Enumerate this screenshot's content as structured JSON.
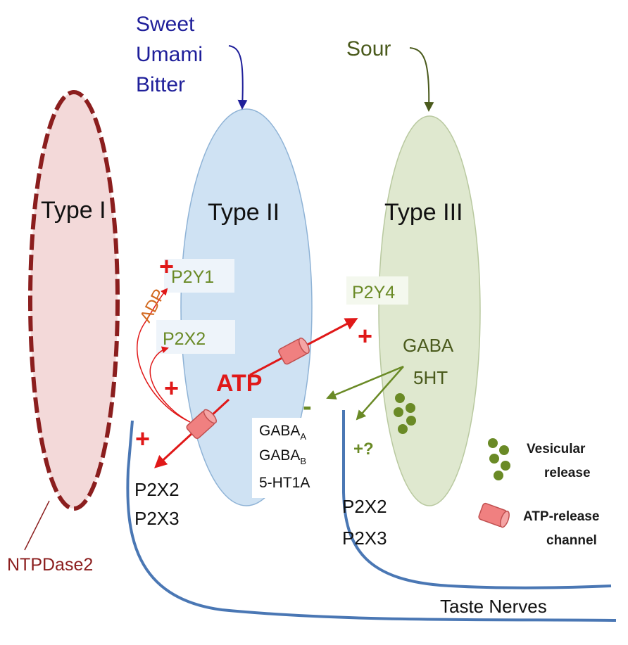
{
  "stimuli": {
    "type2": [
      "Sweet",
      "Umami",
      "Bitter"
    ],
    "type3": "Sour"
  },
  "cells": {
    "type1": "Type I",
    "type2": "Type II",
    "type3": "Type III"
  },
  "labels": {
    "p2y1": "P2Y1",
    "p2x2_green": "P2X2",
    "p2y4": "P2Y4",
    "adp": "ADP",
    "atp": "ATP",
    "gaba": "GABA",
    "fiveht": "5HT",
    "ntpdase2": "NTPDase2",
    "minus": "-",
    "plus_question": "+?",
    "plus": "+",
    "nerve_left_p2x2": "P2X2",
    "nerve_left_p2x3": "P2X3",
    "nerve_right_p2x2": "P2X2",
    "nerve_right_p2x3": "P2X3",
    "gaba_a_base": "GABA",
    "gaba_a_sub": "A",
    "gaba_b_base": "GABA",
    "gaba_b_sub": "B",
    "ht1a": "5-HT1A",
    "taste_nerves": "Taste Nerves"
  },
  "legend": {
    "vesicular_line1": "Vesicular",
    "vesicular_line2": "release",
    "atp_channel_line1": "ATP-release",
    "atp_channel_line2": "channel"
  },
  "colors": {
    "type1_fill": "#f3d9d9",
    "type1_border": "#8b1e1e",
    "type2_fill": "#cfe2f3",
    "type3_fill": "#dfe8cf",
    "nerve": "#4a77b4",
    "red_arrow": "#e01818",
    "green_arrow": "#6a8a26",
    "vesicle": "#6a8a26",
    "channel": "#f08080"
  }
}
